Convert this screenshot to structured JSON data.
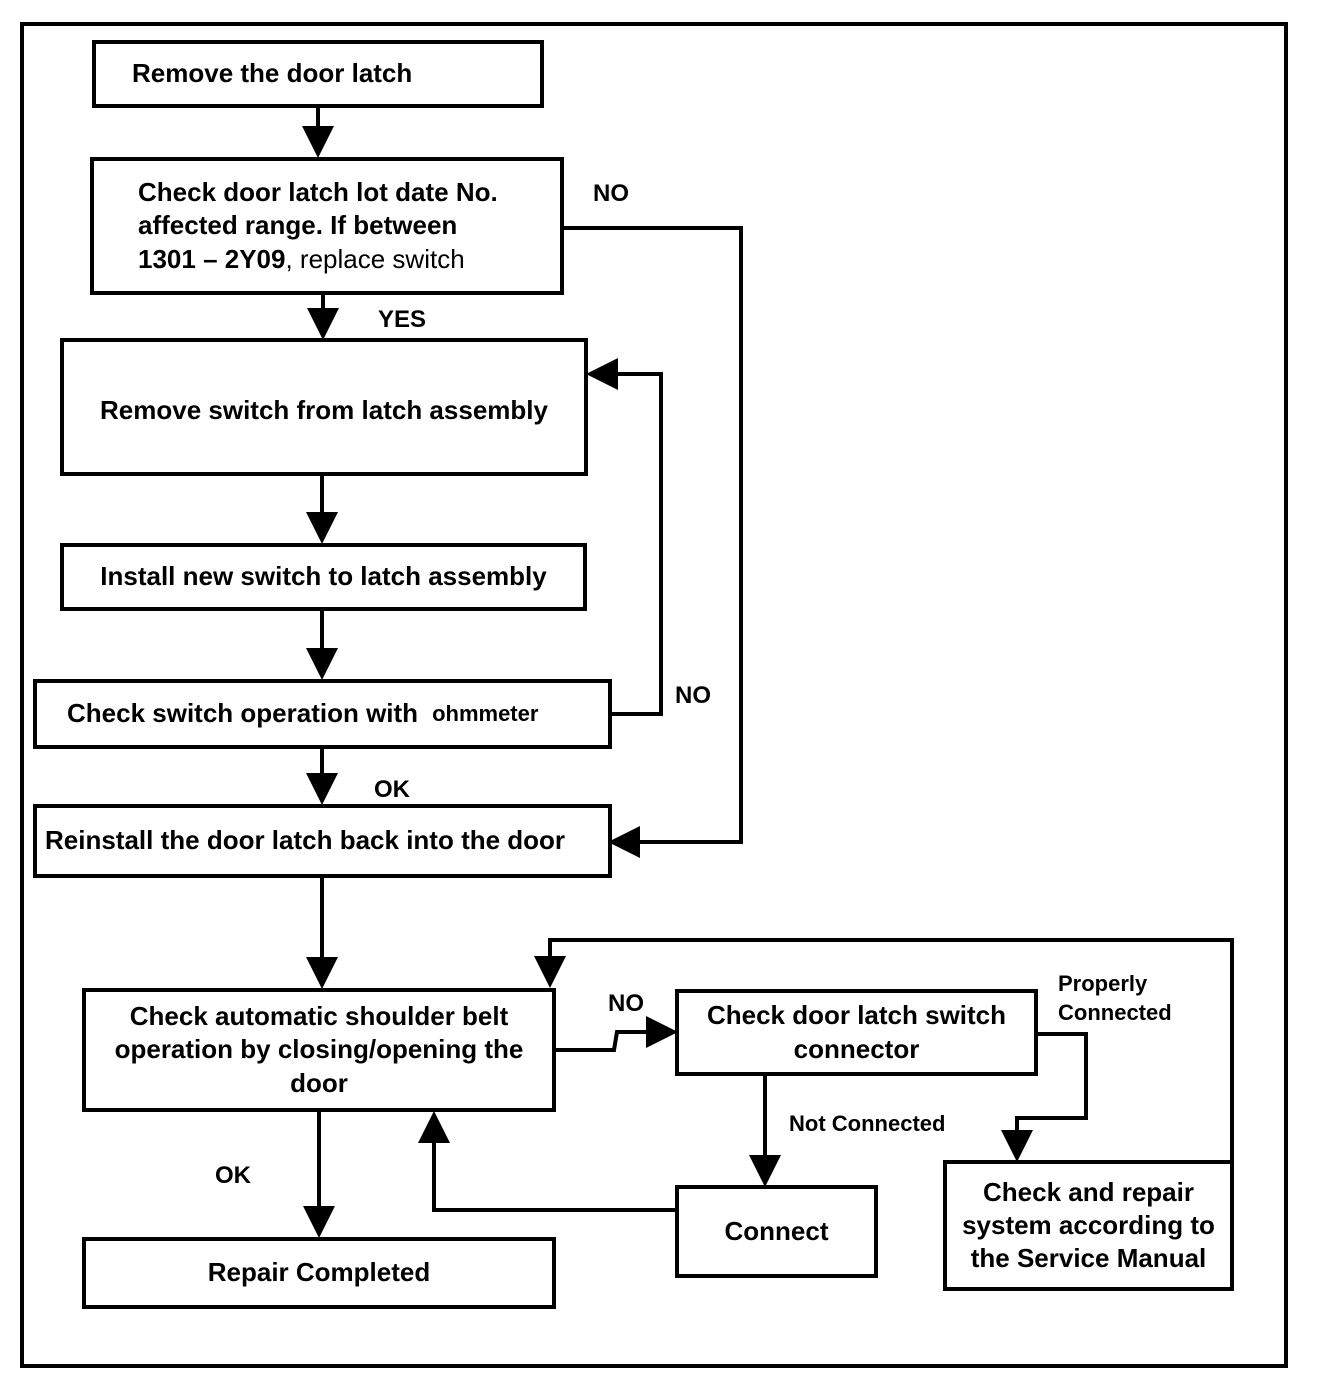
{
  "boxes": {
    "remove_latch": "Remove the door latch",
    "check_lot_1": "Check door latch lot date No.",
    "check_lot_2": "affected range. If between",
    "check_lot_3_bold": "1301 – 2Y09",
    "check_lot_3_rest": ", replace switch",
    "remove_switch": "Remove switch from latch assembly",
    "install_switch": "Install new switch to latch assembly",
    "check_switch_main": "Check switch operation with",
    "check_switch_tail": "ohmmeter",
    "reinstall": "Reinstall the door latch back into the door",
    "check_belt_1": "Check automatic shoulder belt",
    "check_belt_2": "operation by closing/opening the",
    "check_belt_3": "door",
    "check_connector_1": "Check door latch switch",
    "check_connector_2": "connector",
    "connect": "Connect",
    "repair_completed": "Repair Completed",
    "check_repair_1": "Check and repair",
    "check_repair_2": "system according to",
    "check_repair_3": "the Service Manual"
  },
  "labels": {
    "no_lot": "NO",
    "yes_lot": "YES",
    "no_switch": "NO",
    "ok_switch": "OK",
    "no_belt": "NO",
    "ok_belt": "OK",
    "properly_1": "Properly",
    "properly_2": "Connected",
    "not_connected": "Not Connected"
  }
}
